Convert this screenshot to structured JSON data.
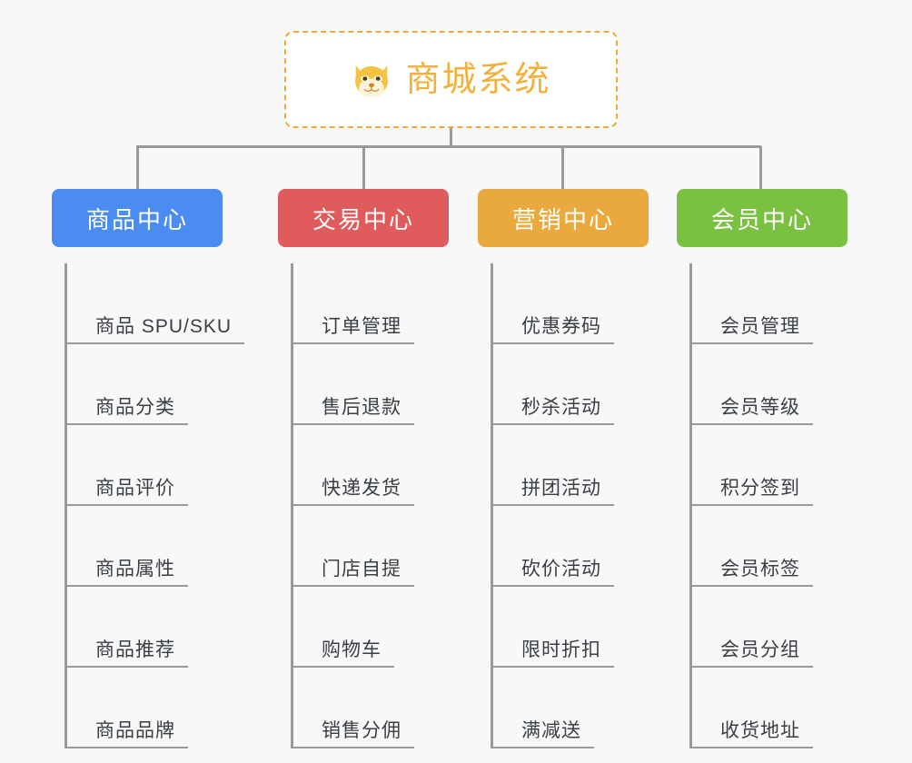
{
  "page": {
    "background_color": "#f8f8f8",
    "connector_color": "#9a9a9a",
    "leaf_text_color": "#3a3f45"
  },
  "root": {
    "title": "商城系统",
    "icon": "dog-face-icon",
    "text_color": "#f0b23c",
    "border_color": "#f0a93c",
    "background_color": "#ffffff"
  },
  "categories": [
    {
      "label": "商品中心",
      "color": "#4a8cf0",
      "items": [
        "商品 SPU/SKU",
        "商品分类",
        "商品评价",
        "商品属性",
        "商品推荐",
        "商品品牌"
      ]
    },
    {
      "label": "交易中心",
      "color": "#e05b5b",
      "items": [
        "订单管理",
        "售后退款",
        "快递发货",
        "门店自提",
        "购物车",
        "销售分佣"
      ]
    },
    {
      "label": "营销中心",
      "color": "#eaa93c",
      "items": [
        "优惠券码",
        "秒杀活动",
        "拼团活动",
        "砍价活动",
        "限时折扣",
        "满减送"
      ]
    },
    {
      "label": "会员中心",
      "color": "#7ac142",
      "items": [
        "会员管理",
        "会员等级",
        "积分签到",
        "会员标签",
        "会员分组",
        "收货地址"
      ]
    }
  ]
}
